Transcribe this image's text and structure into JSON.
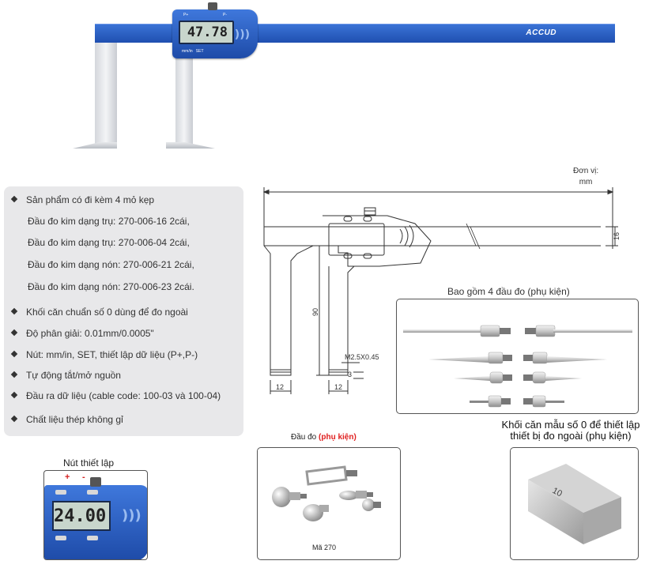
{
  "product_image": {
    "brand": "ACCUD",
    "display_reading": "47.78"
  },
  "features": {
    "items": [
      {
        "text": "Sản phẩm có đi kèm 4 mỏ kẹp",
        "bullet": true
      },
      {
        "text": "Đầu đo kim dạng trụ: 270-006-16 2cái,",
        "bullet": false
      },
      {
        "text": "Đầu đo kim dạng trụ: 270-006-04 2cái,",
        "bullet": false
      },
      {
        "text": "Đầu đo kim dạng nón: 270-006-21 2cái,",
        "bullet": false
      },
      {
        "text": "Đầu đo kim dạng nón: 270-006-23 2cái.",
        "bullet": false
      },
      {
        "text": "Khối căn chuẩn số 0 dùng để đo ngoài",
        "bullet": true
      },
      {
        "text": "Độ phân giải: 0.01mm/0.0005\"",
        "bullet": true
      },
      {
        "text": "Nút: mm/in, SET, thiết lập dữ liệu (P+,P-)",
        "bullet": true
      },
      {
        "text": "Tự động tắt/mở nguồn",
        "bullet": true
      },
      {
        "text": "Đầu ra dữ liệu (cable code: 100-03 và 100-04)",
        "bullet": true
      },
      {
        "text": "Chất liệu thép không gỉ",
        "bullet": true
      }
    ]
  },
  "drawing": {
    "units_label": "Đơn vị:",
    "units_value": "mm",
    "dim_height": "16",
    "dim_jaw_length": "90",
    "dim_thread": "M2.5X0.45",
    "dim_tip": "3",
    "dim_jaw_width_left": "12",
    "dim_jaw_width_right": "12"
  },
  "accessories": {
    "title": "Bao gồm 4 đầu đo (phụ kiện)"
  },
  "setting_buttons": {
    "title": "Nút thiết lập",
    "plus": "+",
    "minus": "-",
    "display_reading": "24.00"
  },
  "probes": {
    "title_prefix": "Đầu đo ",
    "title_highlight": "(phụ kiện)",
    "code": "Mã 270",
    "highlight_color": "#e02020"
  },
  "gauge_block": {
    "title_line1": "Khối căn mẫu số 0 để thiết lập",
    "title_line2": "thiết bị đo ngoài (phụ kiện)",
    "block_number": "10"
  },
  "colors": {
    "caliper_blue": "#1f4fb0",
    "panel_grey": "#e8e8ea"
  }
}
